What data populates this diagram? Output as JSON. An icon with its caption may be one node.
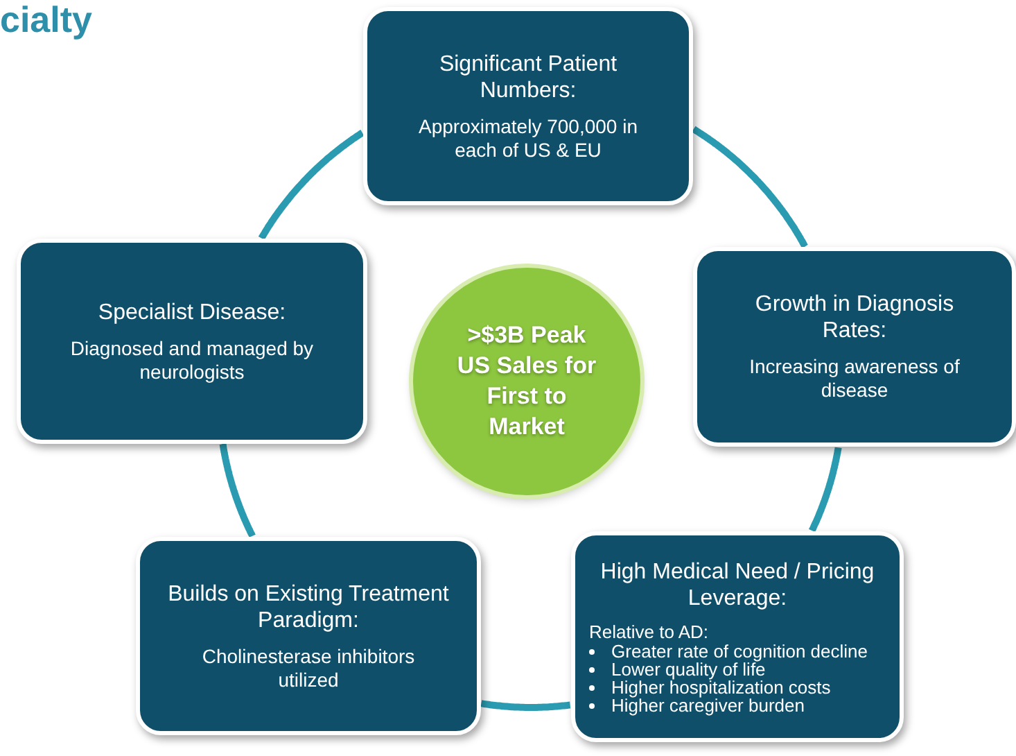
{
  "diagram": {
    "title": "cialty",
    "nodes": [
      {
        "text": [
          "Significant Patient Numbers:",
          "Approximately 700,000 in each of US & EU"
        ]
      },
      {
        "text": [
          "Specialist Disease:",
          "Diagnosed and managed by neurologists"
        ]
      },
      {
        "text": [
          ">$3B Peak US Sales for First to Market"
        ]
      },
      {
        "text": [
          "Growth in Diagnosis Rates:",
          "Increasing awareness of disease"
        ]
      },
      {
        "text": [
          "Builds on Existing Treatment Paradigm:",
          "Cholinesterase inhibitors utilized"
        ]
      },
      {
        "text": [
          "High Medical Need / Pricing Leverage:",
          "Relative to AD:",
          "Greater rate of cognition decline",
          "Lower quality of life",
          "Higher hospitalization costs",
          "Higher caregiver burden"
        ]
      }
    ],
    "edges": [
      {
        "from": 0,
        "to": 3,
        "arrow": "none"
      },
      {
        "from": 3,
        "to": 5,
        "arrow": "none"
      },
      {
        "from": 5,
        "to": 4,
        "arrow": "none"
      },
      {
        "from": 4,
        "to": 1,
        "arrow": "none"
      },
      {
        "from": 1,
        "to": 0,
        "arrow": "none"
      }
    ]
  }
}
